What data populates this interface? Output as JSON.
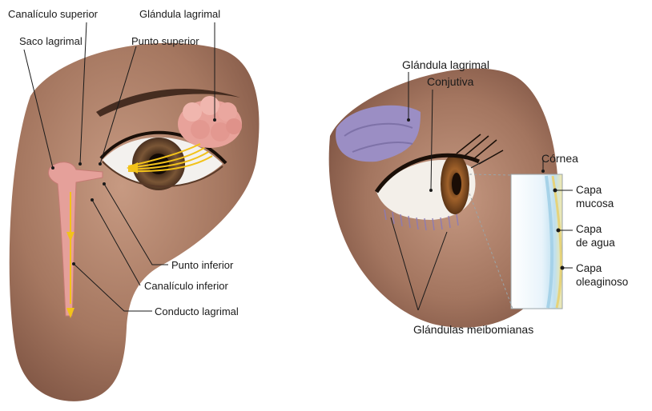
{
  "left_figure": {
    "labels": {
      "canaliculo_superior": "Canalículo superior",
      "glandula_lagrimal": "Glándula lagrimal",
      "saco_lagrimal": "Saco lagrimal",
      "punto_superior": "Punto superior",
      "punto_inferior": "Punto inferior",
      "canaliculo_inferior": "Canalículo inferior",
      "conducto_lagrimal": "Conducto lagrimal"
    }
  },
  "right_figure": {
    "labels": {
      "glandula_lagrimal": "Glándula lagrimal",
      "conjutiva": "Conjutiva",
      "cornea": "Córnea",
      "capa_mucosa_1": "Capa",
      "capa_mucosa_2": "mucosa",
      "capa_agua_1": "Capa",
      "capa_agua_2": "de agua",
      "capa_oleaginoso_1": "Capa",
      "capa_oleaginoso_2": "oleaginoso",
      "glandulas_meibomianas": "Glándulas meibomianas"
    }
  },
  "colors": {
    "skin": "#a77a63",
    "skin_dark": "#7f5645",
    "lacrimal_gland_pink": "#e8a29a",
    "lacrimal_gland_purple": "#9b8ec4",
    "tear_flow": "#f2c21a",
    "iris": "#7a5232",
    "leader_line": "#1a1a1a"
  }
}
